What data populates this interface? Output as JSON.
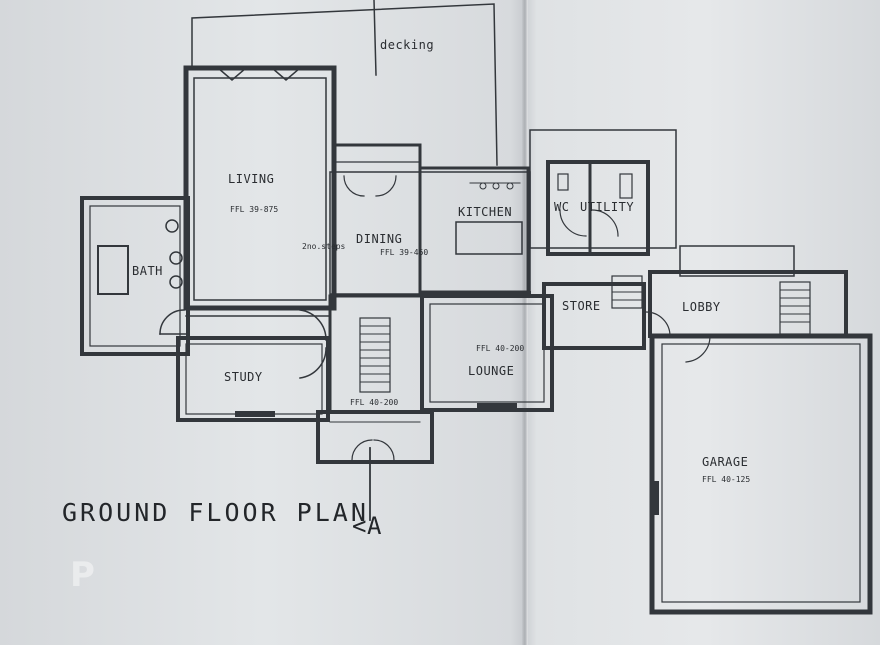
{
  "plan": {
    "title": "GROUND FLOOR PLAN",
    "section_marker": "<A",
    "watermark": "P",
    "rooms": {
      "decking": "decking",
      "living": "LIVING",
      "living_ffl": "FFL 39-875",
      "bath": "BATH",
      "dining": "DINING",
      "dining_steps": "2no.steps",
      "dining_ffl": "FFL 39-460",
      "kitchen": "KITCHEN",
      "wc": "WC",
      "utility": "UTILITY",
      "store": "STORE",
      "lobby": "LOBBY",
      "study": "STUDY",
      "hall_ffl": "FFL 40-200",
      "lounge": "LOUNGE",
      "lounge_ffl": "FFL 40-200",
      "garage": "GARAGE",
      "garage_ffl": "FFL 40-125"
    }
  }
}
